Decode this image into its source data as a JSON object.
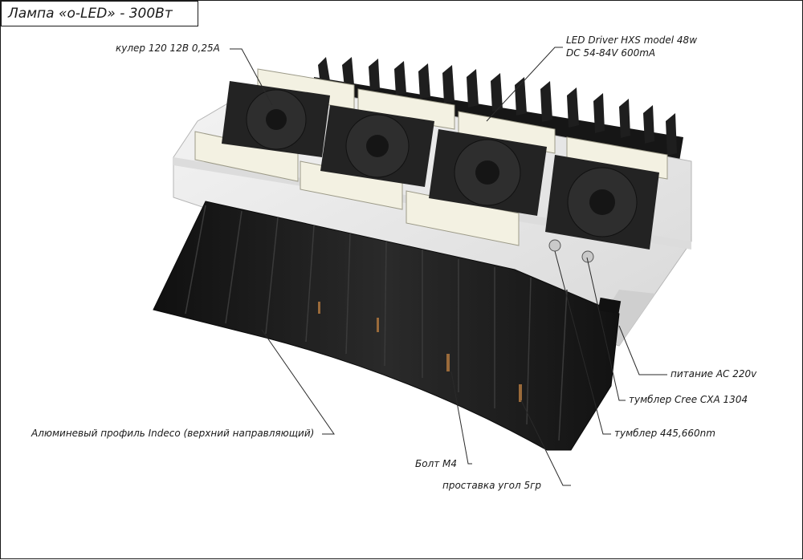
{
  "title": "Лампа «о-LED» - 300Вт",
  "labels": {
    "cooler": "кулер 120 12В 0,25А",
    "driver_line1": "LED Driver HXS model 48w",
    "driver_line2": "DC 54-84V 600mA",
    "power": "питание AC 220v",
    "toggle_cree": "тумблер Cree CXA 1304",
    "toggle_nm": "тумблер 445,660nm",
    "profile": "Алюминевый профиль Indeco (верхний направляющий)",
    "bolt": "Болт М4",
    "spacer": "проставка угол 5гр"
  },
  "colors": {
    "heatsink": "#1b1b1b",
    "body": "#ececec",
    "driver": "#f3f1e2",
    "fan": "#232323",
    "leader": "#2a2a2a"
  }
}
